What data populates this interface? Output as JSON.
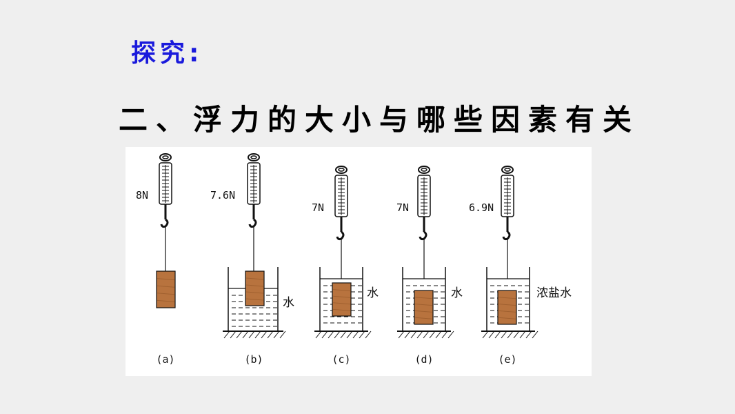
{
  "slide": {
    "heading": "探究:",
    "title": "二、浮力的大小与哪些因素有关"
  },
  "figure": {
    "panels": [
      {
        "caption": "(a)",
        "reading": "8N",
        "liquid": null,
        "submerged_fraction": 0
      },
      {
        "caption": "(b)",
        "reading": "7.6N",
        "liquid": "水",
        "submerged_fraction": 0.5
      },
      {
        "caption": "(c)",
        "reading": "7N",
        "liquid": "水",
        "submerged_fraction": 1
      },
      {
        "caption": "(d)",
        "reading": "7N",
        "liquid": "水",
        "submerged_fraction": 1
      },
      {
        "caption": "(e)",
        "reading": "6.9N",
        "liquid": "浓盐水",
        "submerged_fraction": 1
      }
    ],
    "colors": {
      "block": "#b8733e",
      "block_dark": "#8a4f22",
      "line": "#111111"
    }
  }
}
